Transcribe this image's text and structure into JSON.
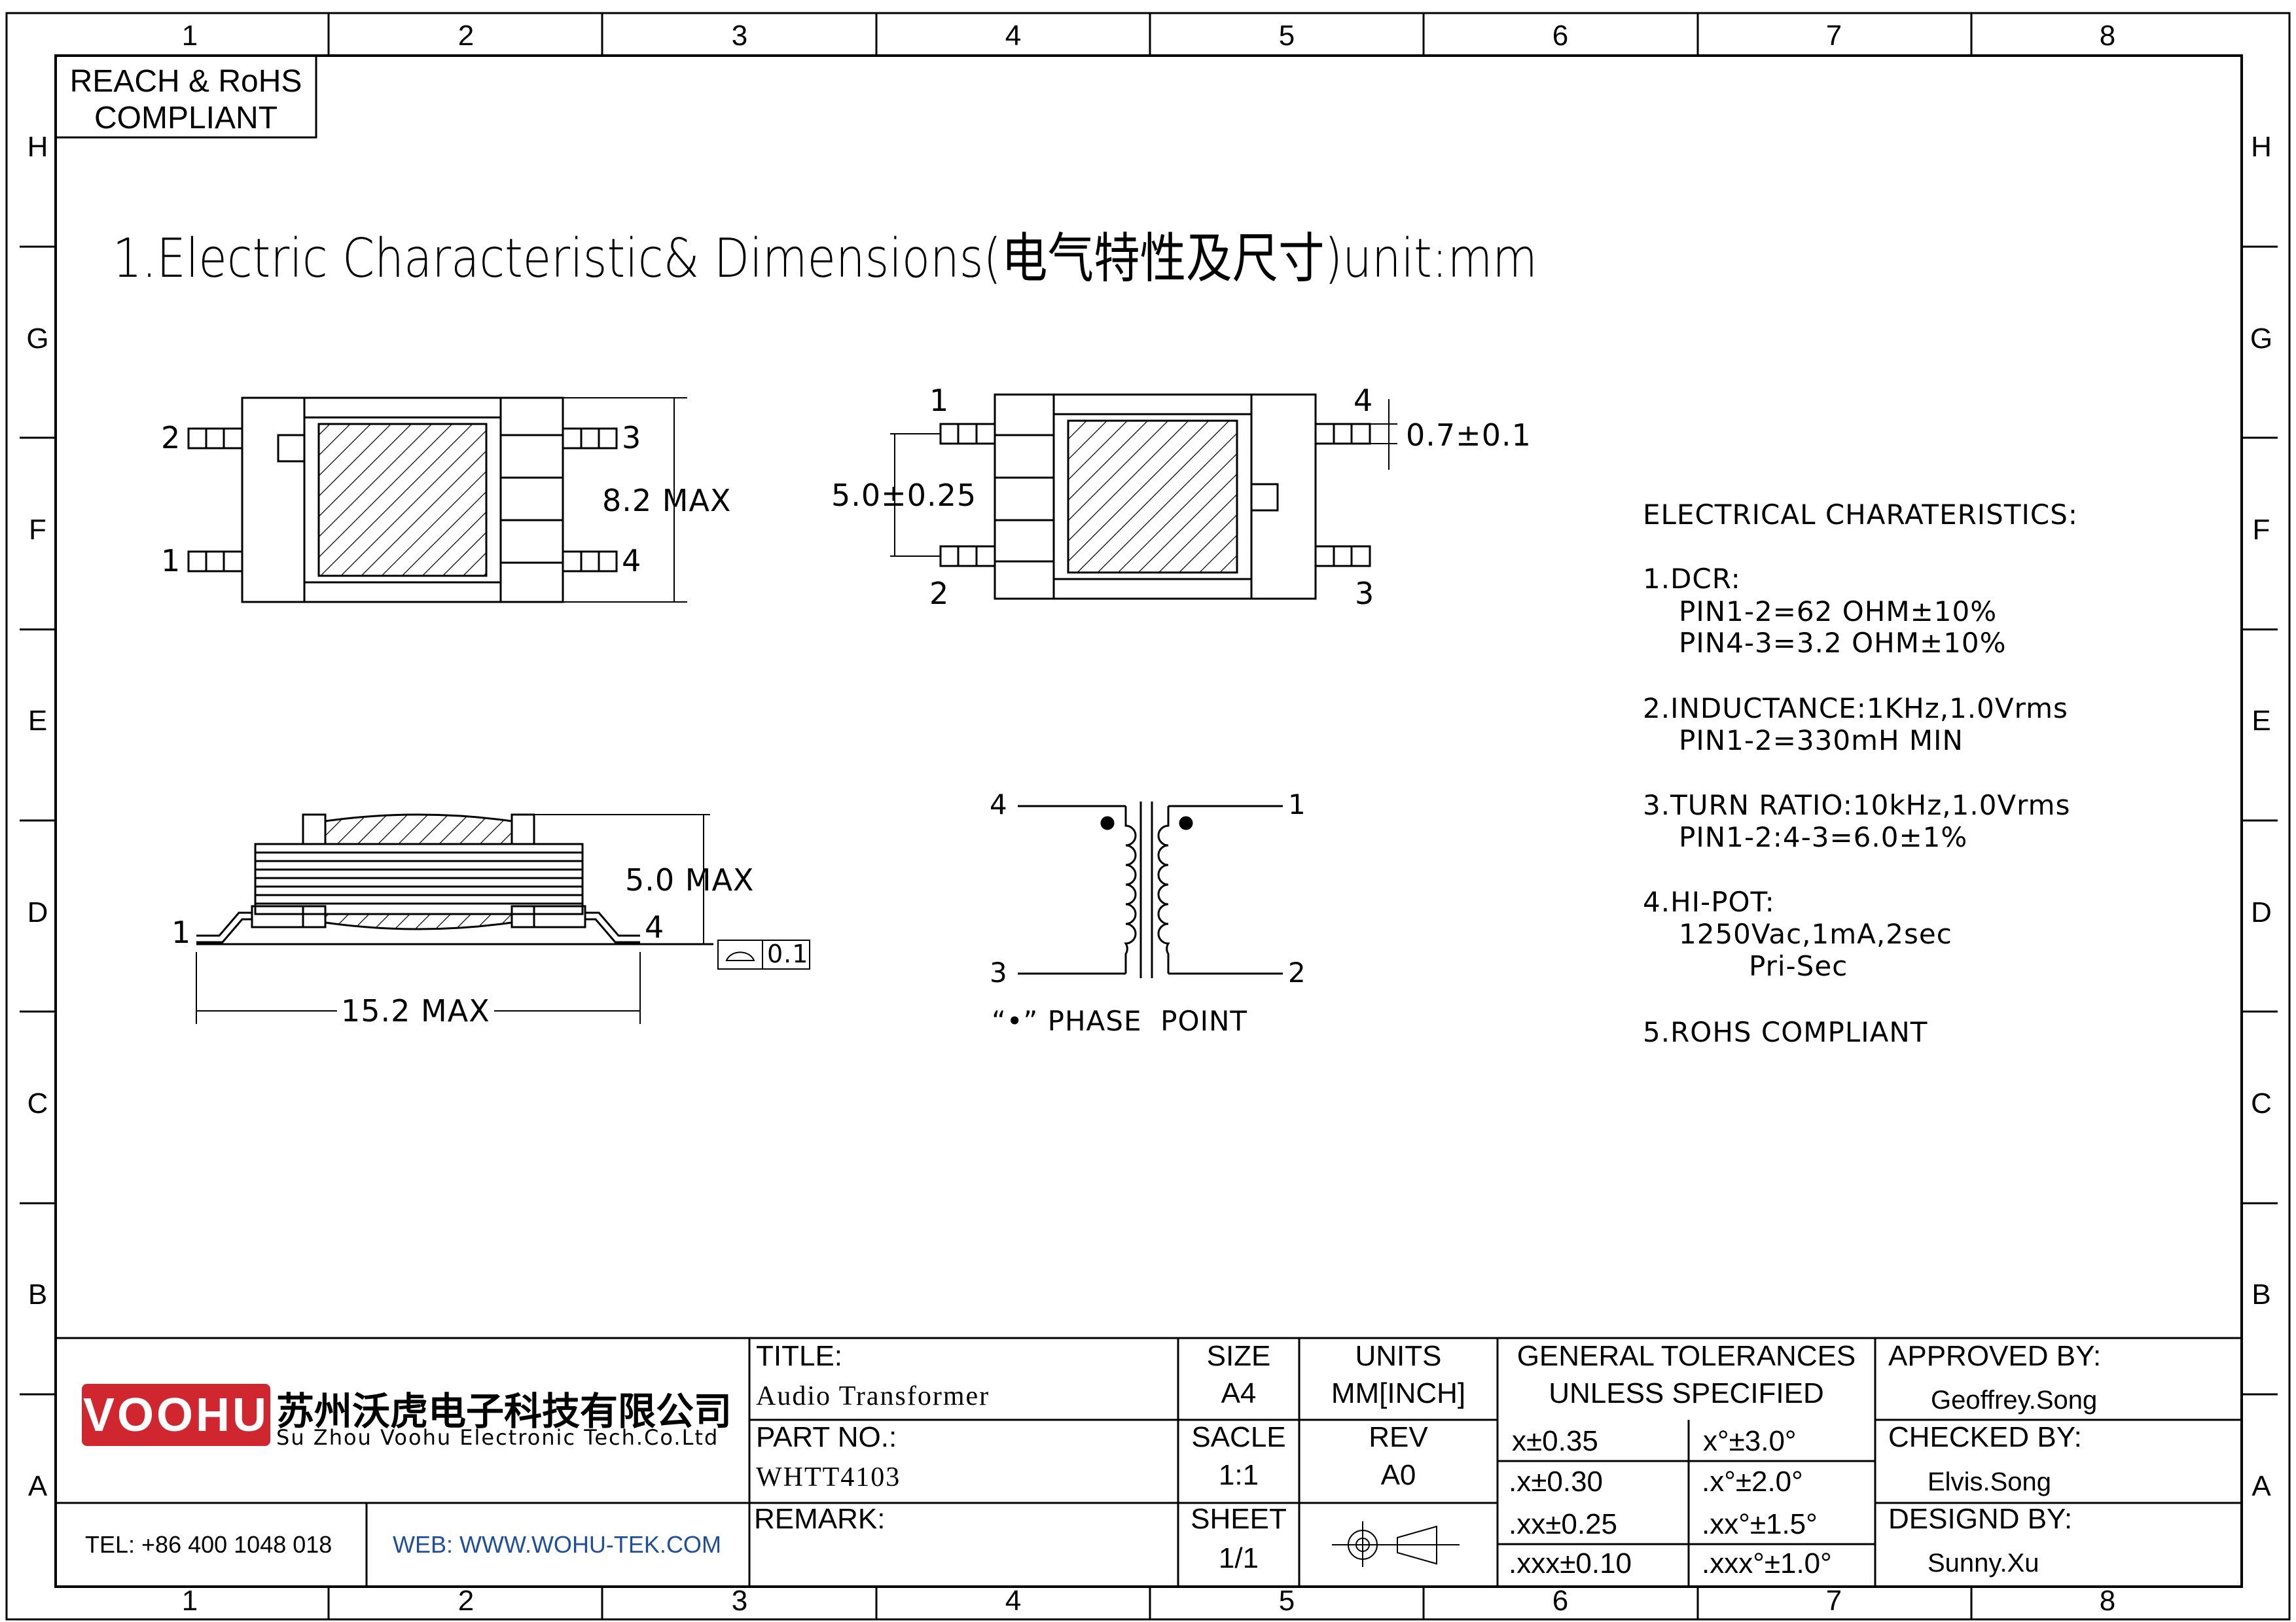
{
  "compliance_box": {
    "line1": "REACH & RoHS",
    "line2": "COMPLIANT"
  },
  "section_title": "1.Electric Characteristic& Dimensions(电气特性及尺寸)unit:mm",
  "grid": {
    "columns": [
      "1",
      "2",
      "3",
      "4",
      "5",
      "6",
      "7",
      "8"
    ],
    "rows": [
      "H",
      "G",
      "F",
      "E",
      "D",
      "C",
      "B",
      "A"
    ]
  },
  "top_view": {
    "pin_left_top": "2",
    "pin_left_bottom": "1",
    "pin_right_top": "3",
    "pin_right_bottom": "4",
    "height_dim": "8.2 MAX"
  },
  "bottom_view": {
    "pin_top_left": "1",
    "pin_top_right": "4",
    "pin_bottom_left": "2",
    "pin_bottom_right": "3",
    "pitch_dim": "5.0±0.25",
    "pin_width_dim": "0.7±0.1"
  },
  "side_view": {
    "pin_left": "1",
    "pin_right": "4",
    "height_dim": "5.0 MAX",
    "length_dim": "15.2 MAX",
    "flatness": "0.1"
  },
  "schematic": {
    "pin_top_left": "4",
    "pin_top_right": "1",
    "pin_bottom_left": "3",
    "pin_bottom_right": "2",
    "phase_label": "“•” PHASE  POINT"
  },
  "electrical": {
    "heading": "ELECTRICAL CHARATERISTICS:",
    "dcr_heading": "1.DCR:",
    "dcr_line1": "PIN1-2=62 OHM±10%",
    "dcr_line2": "PIN4-3=3.2 OHM±10%",
    "ind_heading": "2.INDUCTANCE:1KHz,1.0Vrms",
    "ind_line1": "PIN1-2=330mH MIN",
    "turn_heading": "3.TURN RATIO:10kHz,1.0Vrms",
    "turn_line1": "PIN1-2:4-3=6.0±1%",
    "hipot_heading": "4.HI-POT:",
    "hipot_line1": "1250Vac,1mA,2sec",
    "hipot_line2": "Pri-Sec",
    "rohs": "5.ROHS COMPLIANT"
  },
  "title_block": {
    "logo_text": "VOOHU",
    "company_cn": "苏州沃虎电子科技有限公司",
    "company_en": "Su Zhou Voohu Electronic Tech.Co.Ltd",
    "tel": "TEL: +86 400 1048 018",
    "web": "WEB: WWW.WOHU-TEK.COM",
    "title_label": "TITLE:",
    "title_value": "Audio Transformer",
    "part_label": "PART NO.:",
    "part_value": "WHTT4103",
    "remark_label": "REMARK:",
    "size_label": "SIZE",
    "size_value": "A4",
    "units_label": "UNITS",
    "units_value": "MM[INCH]",
    "scale_label": "SACLE",
    "scale_value": "1:1",
    "rev_label": "REV",
    "rev_value": "A0",
    "sheet_label": "SHEET",
    "sheet_value": "1/1",
    "tol_heading1": "GENERAL TOLERANCES",
    "tol_heading2": "UNLESS SPECIFIED",
    "tol": [
      "x±0.35",
      "x°±3.0°",
      ".x±0.30",
      ".x°±2.0°",
      ".xx±0.25",
      ".xx°±1.5°",
      ".xxx±0.10",
      ".xxx°±1.0°"
    ],
    "approved_label": "APPROVED BY:",
    "approved_value": "Geoffrey.Song",
    "checked_label": "CHECKED BY:",
    "checked_value": "Elvis.Song",
    "design_label": "DESIGND BY:",
    "design_value": "Sunny.Xu"
  },
  "colors": {
    "logo_red": "#d0262f",
    "web_blue": "#1f4e9a"
  }
}
